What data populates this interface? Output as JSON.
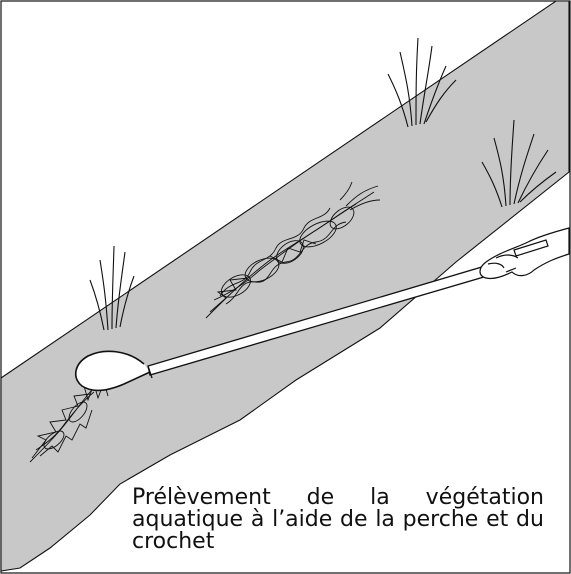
{
  "figure": {
    "caption": {
      "line1": [
        "Prélèvement",
        "de",
        "la",
        "végétation"
      ],
      "line2": [
        "aquatique",
        "à",
        "l’aide",
        "de",
        "la",
        "perche",
        "et",
        "du"
      ],
      "line3": "crochet"
    },
    "colors": {
      "water": "#c8c8c8",
      "outline": "#111111",
      "paper": "#ffffff"
    },
    "icons": {
      "pole": "pole-icon",
      "hook": "hook-icon",
      "hand": "hand-icon",
      "vegetation": "vegetation-icon",
      "grass": "grass-icon"
    }
  }
}
